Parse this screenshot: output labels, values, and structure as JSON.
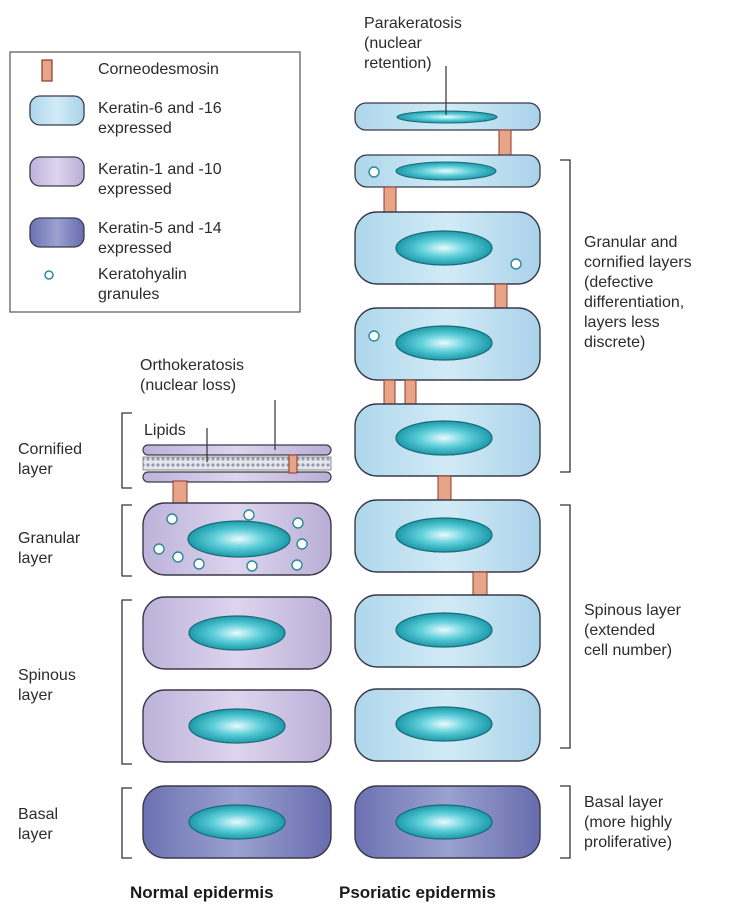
{
  "legend": {
    "corneodesmosin": "Corneodesmosin",
    "keratin_6_16": "Keratin-6 and -16\nexpressed",
    "keratin_1_10": "Keratin-1 and -10\nexpressed",
    "keratin_5_14": "Keratin-5 and -14\nexpressed",
    "keratohyalin": "Keratohyalin\ngranules"
  },
  "normal": {
    "caption": "Normal epidermis",
    "cornified_label": "Cornified\nlayer",
    "granular_label": "Granular\nlayer",
    "spinous_label": "Spinous\nlayer",
    "basal_label": "Basal\nlayer",
    "orthokeratosis_label": "Orthokeratosis\n(nuclear loss)",
    "lipids_label": "Lipids"
  },
  "psoriatic": {
    "caption": "Psoriatic epidermis",
    "parakeratosis_label": "Parakeratosis\n(nuclear\nretention)",
    "granular_cornified_label": "Granular and\ncornified layers\n(defective\ndifferentiation,\nlayers less\ndiscrete)",
    "spinous_label": "Spinous layer\n(extended\ncell number)",
    "basal_label": "Basal layer\n(more highly\nproliferative)"
  },
  "colors": {
    "keratin_6_16": "#b9dcee",
    "keratin_1_10": "#c8c0e0",
    "keratin_5_14": "#7a80bc",
    "nucleus": "#22aab8",
    "corneodesmosin": "#e8a488",
    "outline": "#3a3a4a"
  }
}
